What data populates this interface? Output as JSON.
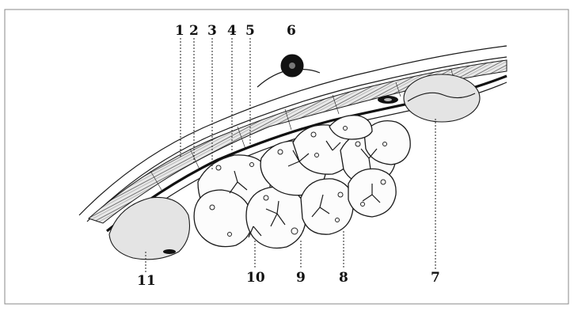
{
  "figure": {
    "labels": {
      "l1": "1",
      "l2": "2",
      "l3": "3",
      "l4": "4",
      "l5": "5",
      "l6": "6",
      "l7": "7",
      "l8": "8",
      "l9": "9",
      "l10": "10",
      "l11": "11"
    }
  }
}
